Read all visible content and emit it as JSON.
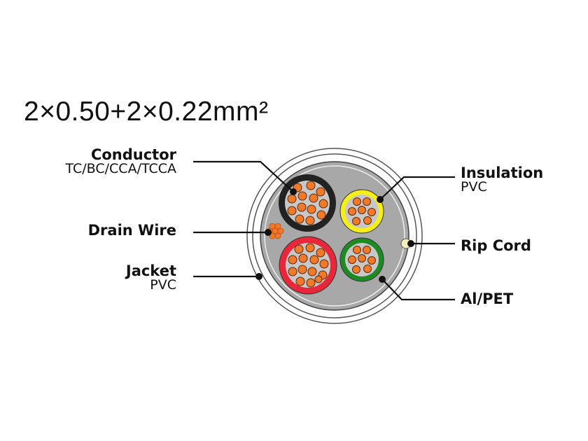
{
  "title": "2×0.50+2×0.22mm²",
  "labels": {
    "conductor": {
      "main": "Conductor",
      "sub": "TC/BC/CCA/TCCA"
    },
    "drain_wire": {
      "main": "Drain Wire"
    },
    "jacket": {
      "main": "Jacket",
      "sub": "PVC"
    },
    "insulation": {
      "main": "Insulation",
      "sub": "PVC"
    },
    "rip_cord": {
      "main": "Rip Cord"
    },
    "al_pet": {
      "main": "Al/PET"
    }
  },
  "colors": {
    "jacket_fill": "#a8a8a8",
    "core_fill": "#c8c8c8",
    "strand": "#f07a28",
    "insulation_black": "#222222",
    "insulation_red": "#e8283a",
    "insulation_yellow": "#f5ee1a",
    "insulation_green": "#1e8a24",
    "rip_cord": "#f4f0b8"
  }
}
